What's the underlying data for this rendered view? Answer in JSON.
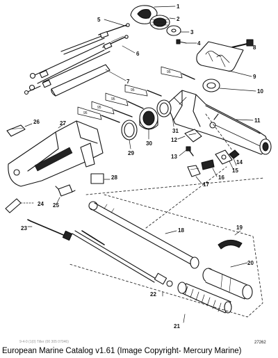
{
  "caption": "European Marine Catalog v1.61 (Image Copyright- Mercury Marine)",
  "drawing_number": "27262",
  "footer_faint": "9-4-0 (1(0) Tiller (00 305 07046)",
  "spec_tag": "95",
  "callouts": {
    "c1": "1",
    "c2": "2",
    "c3": "3",
    "c4": "4",
    "c5": "5",
    "c6": "6",
    "c7": "7",
    "c8": "8",
    "c9": "9",
    "c10": "10",
    "c11": "11",
    "c12": "12",
    "c13": "13",
    "c14": "14",
    "c15": "15",
    "c16": "16",
    "c17": "17",
    "c18": "18",
    "c19": "19",
    "c20": "20",
    "c21": "21",
    "c22": "22",
    "c23": "23",
    "c24": "24",
    "c25": "25",
    "c26": "26",
    "c27": "27",
    "c28": "28",
    "c29": "29",
    "c30": "30",
    "c31": "31"
  }
}
